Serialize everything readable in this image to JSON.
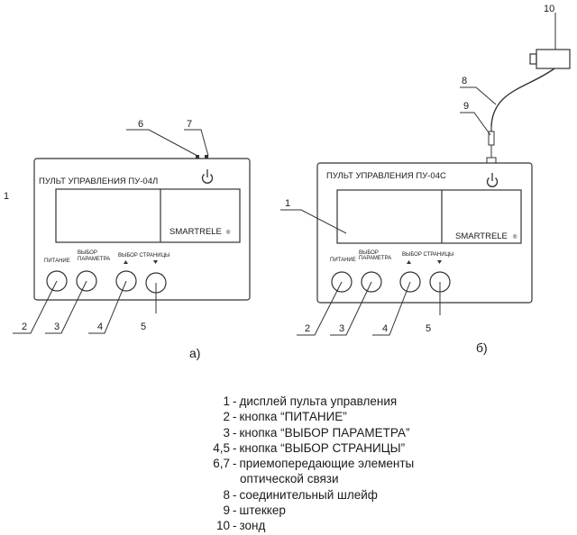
{
  "stray_label": "1",
  "panel_a": {
    "title": "ПУЛЬТ УПРАВЛЕНИЯ ПУ-04Л",
    "brand": "SMARTRELE",
    "reg_mark": "®",
    "btn_power": "ПИТАНИЕ",
    "btn_param_line1": "ВЫБОР",
    "btn_param_line2": "ПАРАМЕТРА",
    "btn_page": "ВЫБОР СТРАНИЦЫ",
    "caption": "а)",
    "callouts": {
      "n2": "2",
      "n3": "3",
      "n4": "4",
      "n5": "5",
      "n6": "6",
      "n7": "7"
    }
  },
  "panel_b": {
    "title": "ПУЛЬТ УПРАВЛЕНИЯ ПУ-04С",
    "brand": "SMARTRELE",
    "reg_mark": "®",
    "btn_power": "ПИТАНИЕ",
    "btn_param_line1": "ВЫБОР",
    "btn_param_line2": "ПАРАМЕТРА",
    "btn_page": "ВЫБОР СТРАНИЦЫ",
    "caption": "б)",
    "callouts": {
      "n1": "1",
      "n2": "2",
      "n3": "3",
      "n4": "4",
      "n5": "5",
      "n8": "8",
      "n9": "9",
      "n10": "10"
    }
  },
  "legend": [
    {
      "key": "1",
      "text": "дисплей пульта управления"
    },
    {
      "key": "2",
      "text": "кнопка “ПИТАНИЕ”"
    },
    {
      "key": "3",
      "text": "кнопка “ВЫБОР ПАРАМЕТРА”"
    },
    {
      "key": "4,5",
      "text": "кнопка “ВЫБОР СТРАНИЦЫ”"
    },
    {
      "key": "6,7",
      "text": "приемопередающие элементы",
      "text2": "оптической связи"
    },
    {
      "key": "8",
      "text": "соединительный шлейф"
    },
    {
      "key": "9",
      "text": "штеккер"
    },
    {
      "key": "10",
      "text": "зонд"
    }
  ]
}
